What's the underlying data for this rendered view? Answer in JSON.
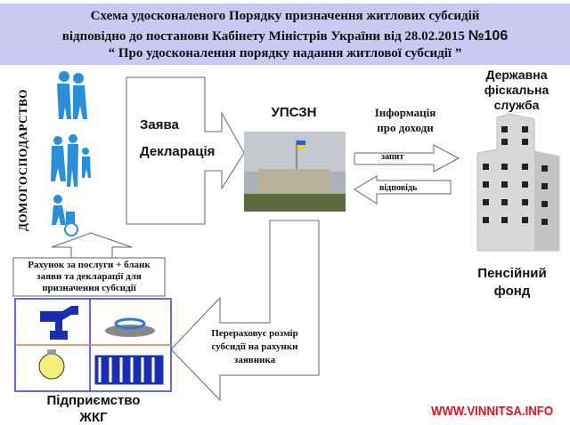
{
  "header": {
    "line1": "Схема удосконаленого Порядку призначення житлових субсидій",
    "line2": "відповідно до постанови Кабінету Міністрів України  від 28.02.2015",
    "number": "№106",
    "line3": "“ Про удосконалення порядку надання житлової субсидії ”"
  },
  "household": {
    "label": "ДОМОГОСПОДАРСТВО"
  },
  "application_arrow": {
    "line1": "Заява",
    "line2": "Декларація"
  },
  "upszn": {
    "label": "УПСЗН"
  },
  "income_info": {
    "line1": "Інформація",
    "line2": "про доходи"
  },
  "request_arrow": {
    "label": "запит"
  },
  "response_arrow": {
    "label": "відповідь"
  },
  "fiscal": {
    "line1": "Державна",
    "line2": "фіскальна",
    "line3": "служба"
  },
  "pension": {
    "line1": "Пенсійний",
    "line2": "фонд"
  },
  "bill_box": {
    "line1": "Рахунок за послуги + бланк",
    "line2": "заяви та декларації для",
    "line3": "призначення субсидії"
  },
  "recalc_arrow": {
    "line1": "Перераховує розмір",
    "line2": "субсидії на рахунки",
    "line3": "заявника"
  },
  "utility": {
    "line1": "Підприємство",
    "line2": "ЖКГ"
  },
  "watermark": "WWW.VINNITSA.INFO",
  "colors": {
    "header_bg": "#c9c9f2",
    "people": "#2a8fd6",
    "utility_blue": "#1a2fb0",
    "watermark": "#e0141e"
  }
}
